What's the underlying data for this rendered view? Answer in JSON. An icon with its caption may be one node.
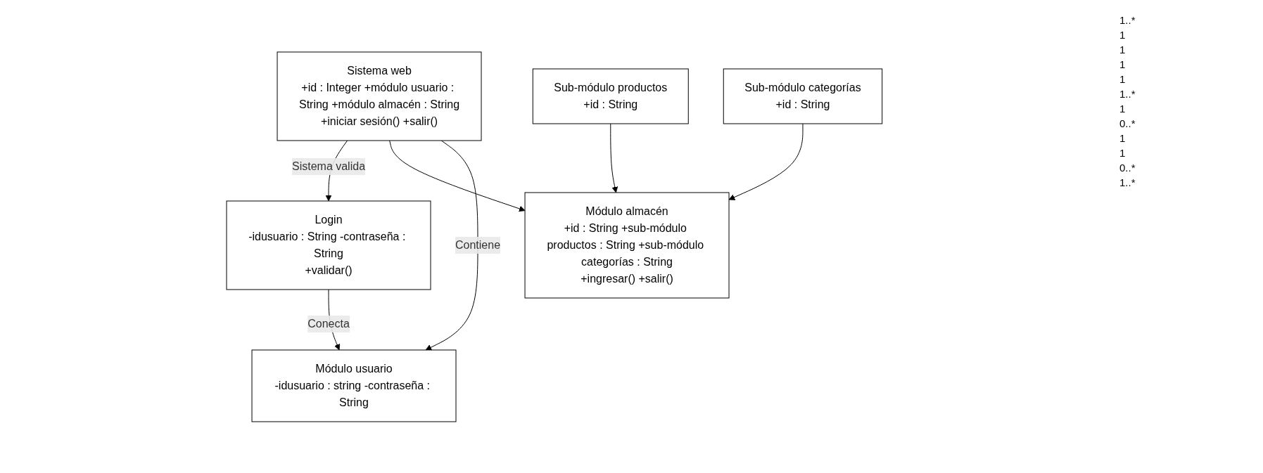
{
  "diagram": {
    "nodes": [
      {
        "text": [
          "Sistema web",
          "+id : Integer +módulo usuario : String +módulo almacén : String",
          "+iniciar sesión() +salir()"
        ]
      },
      {
        "text": [
          "Login",
          "-idusuario : String -contraseña : String",
          "+validar()"
        ]
      },
      {
        "text": [
          "Módulo usuario",
          "-idusuario : string -contraseña : String"
        ]
      },
      {
        "text": [
          "Módulo almacén",
          "+id : String +sub-módulo productos : String +sub-módulo categorías : String",
          "+ingresar() +salir()"
        ]
      },
      {
        "text": [
          "Sub-módulo productos",
          "+id : String"
        ]
      },
      {
        "text": [
          "Sub-módulo categorías",
          "+id : String"
        ]
      }
    ],
    "edges": [
      {
        "from": 0,
        "to": 1,
        "arrow": "to",
        "label": "Sistema valida"
      },
      {
        "from": 0,
        "to": 3,
        "arrow": "to"
      },
      {
        "from": 0,
        "to": 2,
        "arrow": "to",
        "label": "Contiene"
      },
      {
        "from": 1,
        "to": 2,
        "arrow": "to",
        "label": "Conecta"
      },
      {
        "from": 4,
        "to": 3,
        "arrow": "to"
      },
      {
        "from": 5,
        "to": 3,
        "arrow": "to"
      }
    ],
    "labels": [
      "1..*",
      "1",
      "1",
      "1",
      "1",
      "1..*",
      "1",
      "0..*",
      "1",
      "1",
      "0..*",
      "1..*"
    ]
  }
}
